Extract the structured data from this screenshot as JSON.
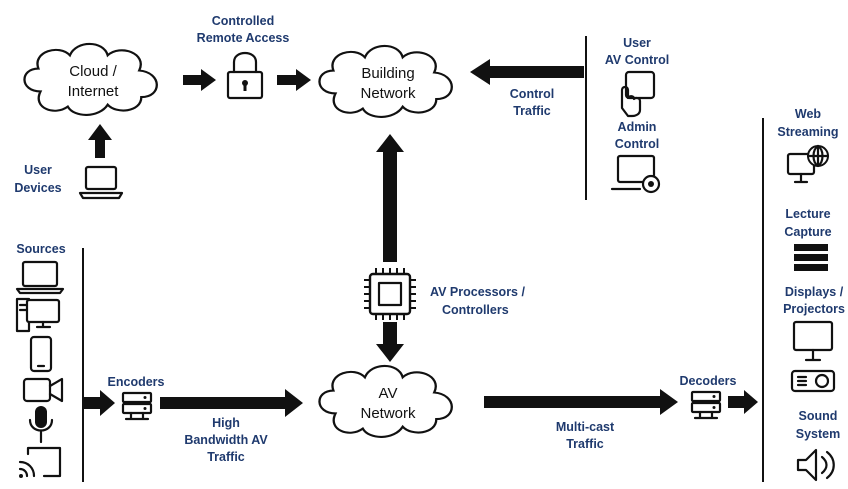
{
  "nodes": {
    "cloud_line1": "Cloud /",
    "cloud_line2": "Internet",
    "building_line1": "Building",
    "building_line2": "Network",
    "av_line1": "AV",
    "av_line2": "Network"
  },
  "labels": {
    "remote_access_line1": "Controlled",
    "remote_access_line2": "Remote Access",
    "user_devices_line1": "User",
    "user_devices_line2": "Devices",
    "user_av_line1": "User",
    "user_av_line2": "AV Control",
    "control_traffic_line1": "Control",
    "control_traffic_line2": "Traffic",
    "admin_line1": "Admin",
    "admin_line2": "Control",
    "web_line1": "Web",
    "web_line2": "Streaming",
    "lecture_line1": "Lecture",
    "lecture_line2": "Capture",
    "displays_line1": "Displays /",
    "displays_line2": "Projectors",
    "sound_line1": "Sound",
    "sound_line2": "System",
    "sources": "Sources",
    "encoders": "Encoders",
    "decoders": "Decoders",
    "processors_line1": "AV Processors /",
    "processors_line2": "Controllers",
    "hb_line1": "High",
    "hb_line2": "Bandwidth AV",
    "hb_line3": "Traffic",
    "multicast_line1": "Multi-cast",
    "multicast_line2": "Traffic"
  },
  "icons": [
    "lock-icon",
    "laptop-icon",
    "tablet-touch-icon",
    "admin-computer-icon",
    "globe-monitor-icon",
    "server-stack-icon",
    "monitor-icon",
    "projector-icon",
    "speaker-icon",
    "desktop-icon",
    "phone-icon",
    "camera-icon",
    "microphone-icon",
    "cast-icon",
    "encoder-icon",
    "decoder-icon",
    "processor-chip-icon"
  ],
  "colors": {
    "label_blue": "#1f3a6e",
    "ink": "#111111"
  }
}
